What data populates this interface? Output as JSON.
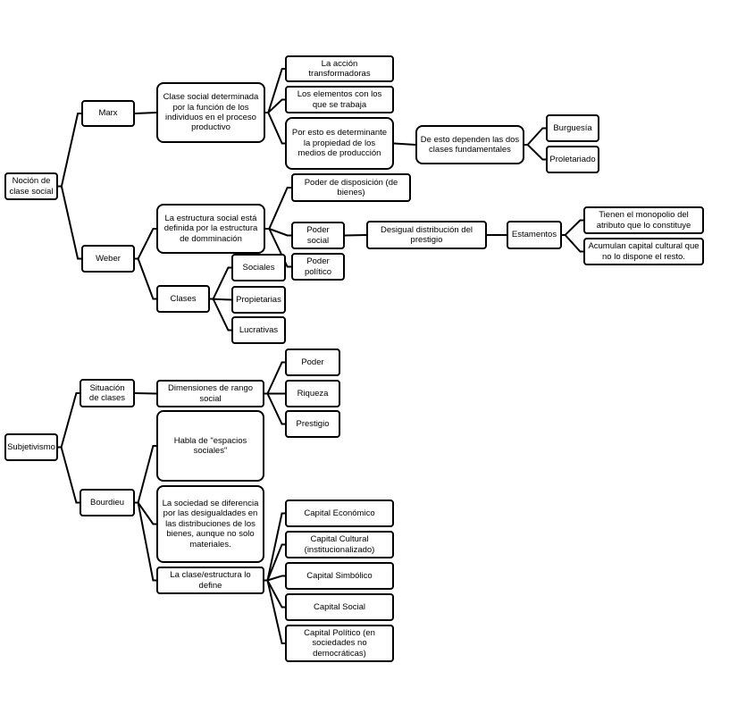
{
  "diagram": {
    "type": "concept-map",
    "nodes": {
      "nocion": "Noción de clase social",
      "marx": "Marx",
      "marx_def": "Clase social determinada por la función de los individuos en el proceso productivo",
      "accion": "La acción transformadoras",
      "elementos": "Los elementos con los que se trabaja",
      "propiedad": "Por esto es determinante la propiedad de los medios de producción",
      "dos_clases": "De esto dependen las dos clases fundamentales",
      "burguesia": "Burguesía",
      "proletariado": "Proletariado",
      "weber": "Weber",
      "weber_def": "La estructura social está definida por la estructura de domminación",
      "poder_disposicion": "Poder de disposición (de bienes)",
      "poder_social": "Poder social",
      "desigual": "Desigual distribución del prestigio",
      "estamentos": "Estamentos",
      "monopolio": "Tienen el monopolio del atributo que lo constituye",
      "capital_cultural_q": "Acumulan capital cultural que no lo dispone el resto.",
      "poder_politico": "Poder político",
      "clases": "Clases",
      "sociales": "Sociales",
      "propietarias": "Propietarias",
      "lucrativas": "Lucrativas",
      "subjetivismo": "Subjetivismo",
      "situacion": "Situación de clases",
      "dimensiones": "Dimensiones de rango social",
      "poder": "Poder",
      "riqueza": "Riqueza",
      "prestigio": "Prestigio",
      "bourdieu": "Bourdieu",
      "espacios": "Habla de \"espacios sociales\"",
      "sociedad": "La sociedad se diferencia por las desigualdades en las distribuciones de los bienes, aunque no solo materiales.",
      "clase_estructura": "La clase/estructura lo define",
      "cap_economico": "Capital Económico",
      "cap_cultural": "Capital Cultural (institucionalizado)",
      "cap_simbolico": "Capital Simbólico",
      "cap_social": "Capital Social",
      "cap_politico": "Capital Político (en sociedades no democráticas)"
    },
    "edges": [
      [
        "nocion",
        "marx"
      ],
      [
        "nocion",
        "weber"
      ],
      [
        "marx",
        "marx_def"
      ],
      [
        "marx_def",
        "accion"
      ],
      [
        "marx_def",
        "elementos"
      ],
      [
        "marx_def",
        "propiedad"
      ],
      [
        "propiedad",
        "dos_clases"
      ],
      [
        "dos_clases",
        "burguesia"
      ],
      [
        "dos_clases",
        "proletariado"
      ],
      [
        "weber",
        "weber_def"
      ],
      [
        "weber",
        "clases"
      ],
      [
        "weber_def",
        "poder_disposicion"
      ],
      [
        "weber_def",
        "poder_social"
      ],
      [
        "weber_def",
        "poder_politico"
      ],
      [
        "poder_social",
        "desigual"
      ],
      [
        "desigual",
        "estamentos"
      ],
      [
        "estamentos",
        "monopolio"
      ],
      [
        "estamentos",
        "capital_cultural_q"
      ],
      [
        "clases",
        "sociales"
      ],
      [
        "clases",
        "propietarias"
      ],
      [
        "clases",
        "lucrativas"
      ],
      [
        "subjetivismo",
        "situacion"
      ],
      [
        "subjetivismo",
        "bourdieu"
      ],
      [
        "situacion",
        "dimensiones"
      ],
      [
        "dimensiones",
        "poder"
      ],
      [
        "dimensiones",
        "riqueza"
      ],
      [
        "dimensiones",
        "prestigio"
      ],
      [
        "bourdieu",
        "espacios"
      ],
      [
        "bourdieu",
        "sociedad"
      ],
      [
        "bourdieu",
        "clase_estructura"
      ],
      [
        "clase_estructura",
        "cap_economico"
      ],
      [
        "clase_estructura",
        "cap_cultural"
      ],
      [
        "clase_estructura",
        "cap_simbolico"
      ],
      [
        "clase_estructura",
        "cap_social"
      ],
      [
        "clase_estructura",
        "cap_politico"
      ]
    ]
  }
}
